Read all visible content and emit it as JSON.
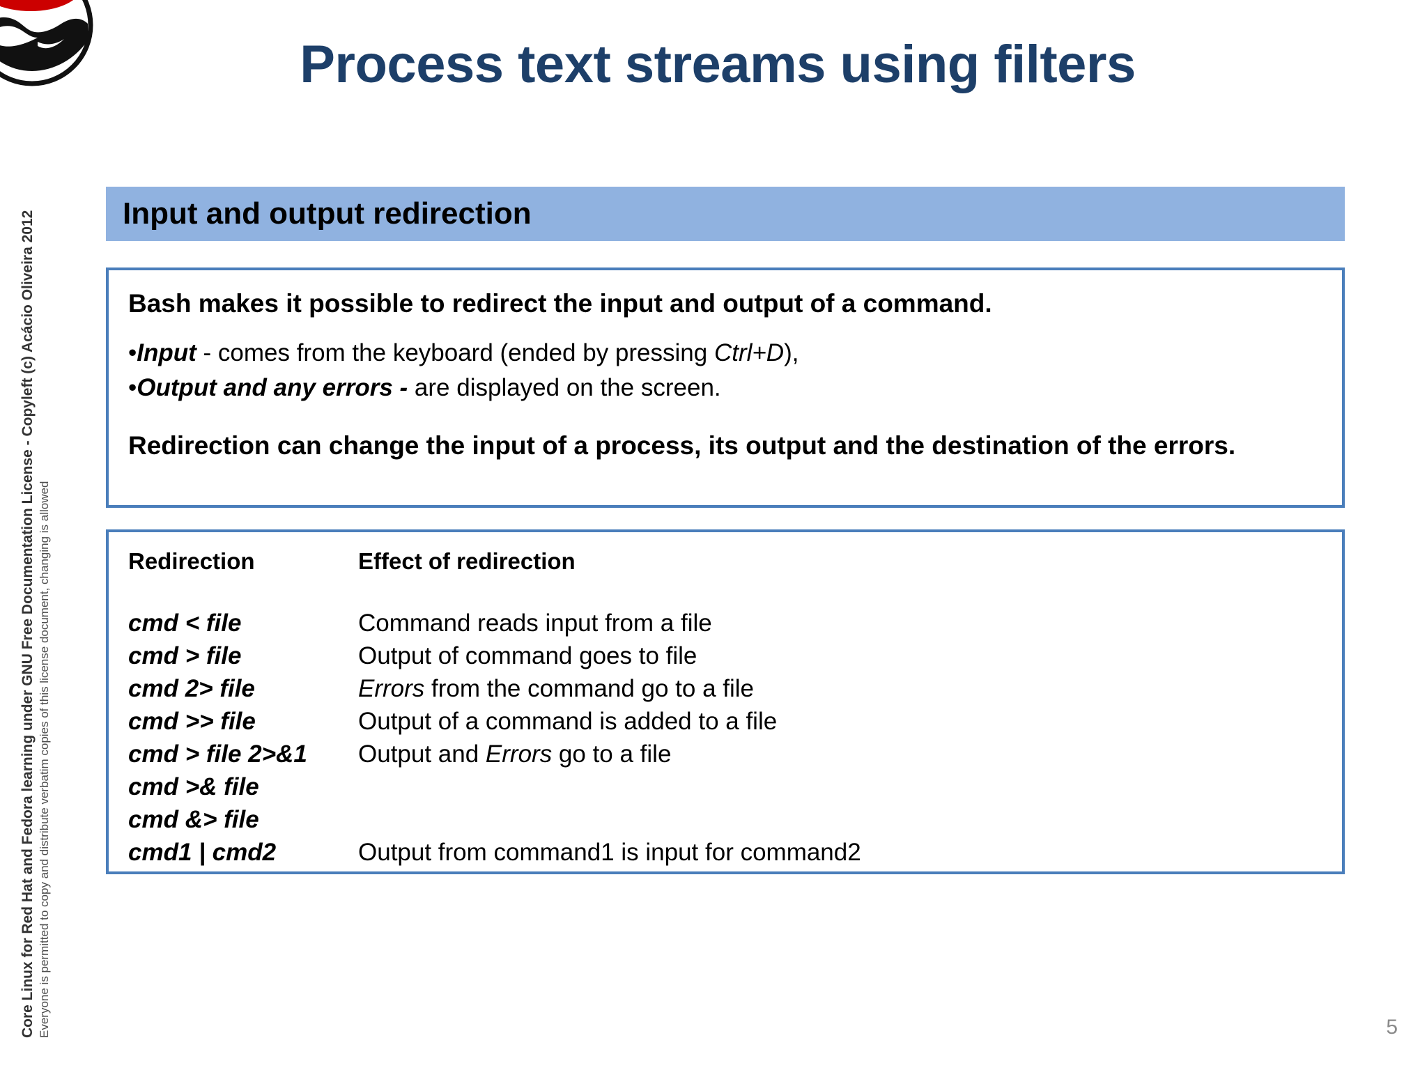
{
  "slide": {
    "title": "Process text streams using filters",
    "page_number": "5",
    "title_color": "#1d3f69",
    "section_bar_color": "#90b2e0",
    "box_border_color": "#4a7ebb"
  },
  "logo": {
    "name": "red-hat-shadowman-logo",
    "hat_color": "#cc0000",
    "silhouette_color": "#000000"
  },
  "sidebar": {
    "primary": "Core Linux for Red Hat and Fedora learning under GNU Free Documentation License  -  Copyleft (c) Acácio Oliveira 2012",
    "secondary": "Everyone is permitted to copy and distribute verbatim copies of this license document, changing is allowed"
  },
  "section": {
    "heading": "Input and output redirection"
  },
  "intro": {
    "lead": "Bash makes it possible to redirect the input and output of a command.",
    "bullets": [
      {
        "dot": "•",
        "term": "Input",
        "rest_before_italic": " - comes from the keyboard (ended by pressing ",
        "italic": "Ctrl+D",
        "rest_after_italic": "),"
      },
      {
        "dot": "•",
        "term": "Output and any errors -",
        "rest_before_italic": " are displayed on the screen.",
        "italic": "",
        "rest_after_italic": ""
      }
    ],
    "closing": "Redirection can change the input of a process, its output and the destination of the errors."
  },
  "table": {
    "headers": [
      "Redirection",
      "Effect of redirection"
    ],
    "rows": [
      {
        "cmd": "cmd < file",
        "effect_pre": "Command reads input from a file",
        "effect_italic": "",
        "effect_post": ""
      },
      {
        "cmd": "cmd > file",
        "effect_pre": "Output of command goes to file",
        "effect_italic": "",
        "effect_post": ""
      },
      {
        "cmd": "cmd 2> file",
        "effect_pre": "",
        "effect_italic": "Errors",
        "effect_post": " from the command go to a file"
      },
      {
        "cmd": "cmd >> file",
        "effect_pre": "Output of a command is added to a file",
        "effect_italic": "",
        "effect_post": ""
      },
      {
        "cmd": "cmd > file 2>&1",
        "effect_pre": "Output and ",
        "effect_italic": "Errors",
        "effect_post": " go to a file"
      },
      {
        "cmd": "cmd >& file",
        "effect_pre": "",
        "effect_italic": "",
        "effect_post": ""
      },
      {
        "cmd": "cmd &> file",
        "effect_pre": "",
        "effect_italic": "",
        "effect_post": ""
      },
      {
        "cmd": "cmd1 | cmd2",
        "effect_pre": "Output from command1 is input for command2",
        "effect_italic": "",
        "effect_post": ""
      }
    ]
  }
}
